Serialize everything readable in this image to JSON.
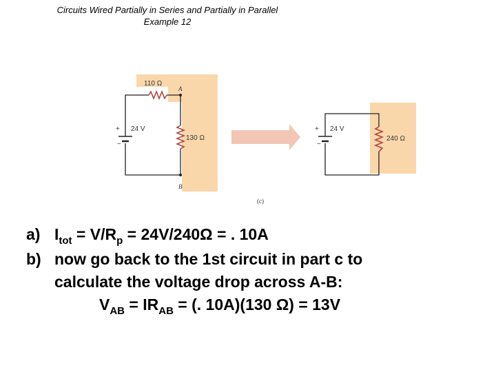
{
  "title": {
    "line1": "Circuits Wired Partially in Series and Partially in Parallel",
    "line2": "Example 12"
  },
  "figure": {
    "left_circuit": {
      "r_series": "110 Ω",
      "r_parallel": "130 Ω",
      "battery": "24 V",
      "node_a": "A",
      "node_b": "B",
      "plus": "+",
      "minus": "−"
    },
    "right_circuit": {
      "r_equiv": "240 Ω",
      "battery": "24 V",
      "plus": "+",
      "minus": "−"
    },
    "part_label": "(c)",
    "colors": {
      "highlight": "#f9d7ab",
      "arrow": "#f1c6b5",
      "resistor": "#b3453a",
      "wire": "#222222"
    }
  },
  "solution": {
    "a": {
      "label": "a)",
      "I": "I",
      "I_sub": "tot",
      "eq1": " = V/R",
      "R_sub": "p",
      "eq2": " = 24V/240Ω = . 10A"
    },
    "b": {
      "label": "b)",
      "line1": "now go back to the 1st circuit in part c to",
      "line2": "calculate the voltage drop across A-B:",
      "V": "V",
      "V_sub": "AB",
      "eq1": " = IR",
      "R_sub": "AB",
      "eq2": " = (. 10A)(130 Ω) = 13V"
    }
  }
}
